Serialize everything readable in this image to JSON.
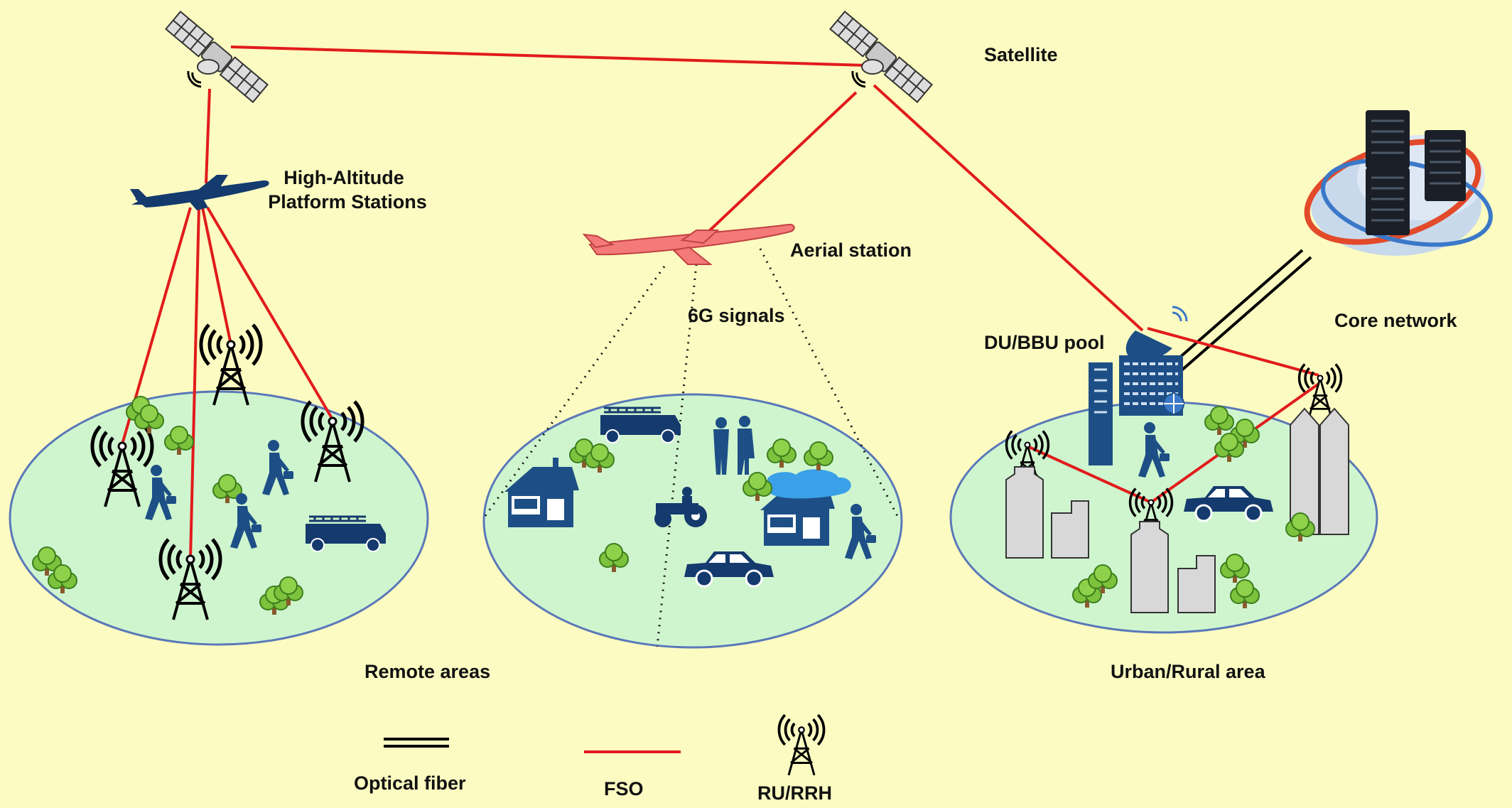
{
  "labels": {
    "satellite": "Satellite",
    "haps_line1": "High-Altitude",
    "haps_line2": "Platform Stations",
    "aerial_station": "Aerial station",
    "signals_6g": "6G signals",
    "du_bbu_pool": "DU/BBU pool",
    "core_network": "Core network",
    "remote_areas": "Remote areas",
    "urban_rural": "Urban/Rural area"
  },
  "legend": {
    "optical_fiber": "Optical fiber",
    "fso": "FSO",
    "ru_rrh": "RU/RRH"
  },
  "colors": {
    "background": "#fcfcc2",
    "fso_link": "#e11b1b",
    "optical_fiber": "#000000",
    "area_fill": "#cff5cf",
    "area_stroke": "#5a78b8",
    "icon_navy": "#143a6e",
    "aerial_plane": "#f47a7a"
  }
}
